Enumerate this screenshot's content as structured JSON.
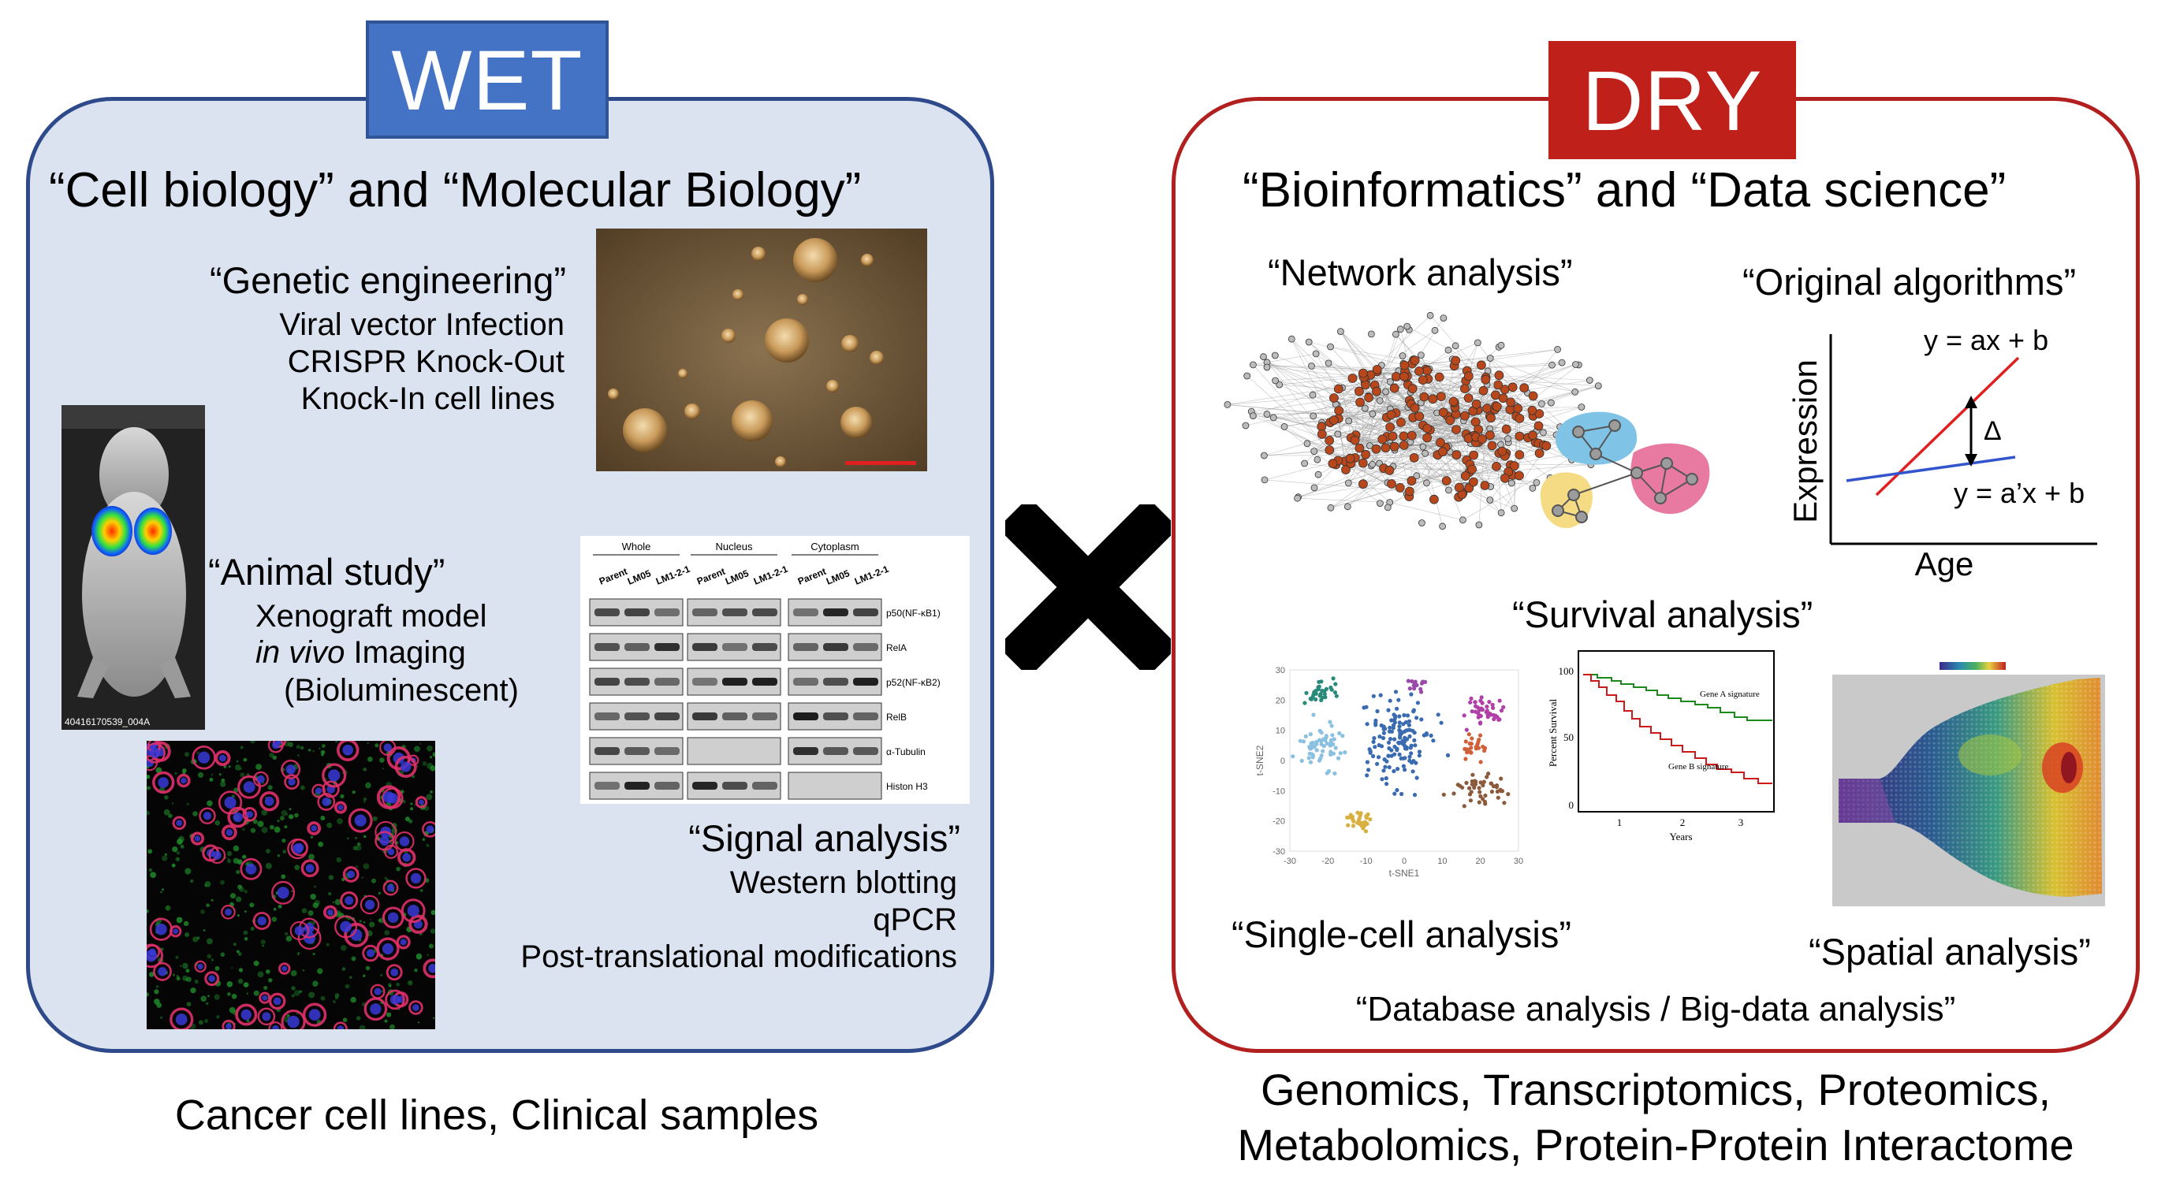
{
  "wet": {
    "badge": "WET",
    "title": "“Cell biology” and “Molecular Biology”",
    "genetic": {
      "heading": "“Genetic engineering”",
      "items": [
        "Viral vector Infection",
        "CRISPR Knock-Out",
        "Knock-In cell lines"
      ]
    },
    "animal": {
      "heading": "“Animal study”",
      "line1": "Xenograft model",
      "line2_italic": "in vivo",
      "line2_rest": " Imaging",
      "line3": "(Bioluminescent)",
      "image_caption": "40416170539_004A"
    },
    "western": {
      "groups": [
        "Whole",
        "Nucleus",
        "Cytoplasm"
      ],
      "lanes": [
        "Parent",
        "LM05",
        "LM1-2-1"
      ],
      "rows": [
        "p50(NF-κB1)",
        "RelA",
        "p52(NF-κB2)",
        "RelB",
        "α-Tubulin",
        "Histon H3"
      ]
    },
    "signal": {
      "heading": "“Signal analysis”",
      "items": [
        "Western blotting",
        "qPCR",
        "Post-translational modifications"
      ]
    },
    "footer": "Cancer cell lines, Clinical samples"
  },
  "dry": {
    "badge": "DRY",
    "title": "“Bioinformatics” and “Data science”",
    "network": "“Network analysis”",
    "algorithms": {
      "heading": "“Original algorithms”",
      "ylabel": "Expression",
      "xlabel": "Age",
      "eq1": "y = ax + b",
      "eq2": "y = a’x + b",
      "delta": "Δ"
    },
    "survival": {
      "heading": "“Survival analysis”",
      "ylabel": "Percent Survival",
      "xlabel": "Years",
      "ticks_y": [
        "100",
        "50",
        "0"
      ],
      "ticks_x": [
        "1",
        "2",
        "3"
      ],
      "label_a": "Gene A signature",
      "label_b": "Gene B signature"
    },
    "singlecell": {
      "heading": "“Single-cell analysis”",
      "xlabel": "t-SNE1",
      "ylabel": "t-SNE2",
      "ticks_x": [
        "-30",
        "-20",
        "-10",
        "0",
        "10",
        "20",
        "30"
      ],
      "ticks_y": [
        "30",
        "20",
        "10",
        "0",
        "-10",
        "-20",
        "-30"
      ]
    },
    "spatial": "“Spatial analysis”",
    "database": "“Database analysis / Big-data analysis”",
    "footer_line1": "Genomics, Transcriptomics, Proteomics,",
    "footer_line2": "Metabolomics, Protein-Protein Interactome"
  },
  "colors": {
    "wet_fill": "#dbe3f1",
    "wet_border": "#2e4a8a",
    "wet_badge": "#4472c4",
    "dry_border": "#b21f1f",
    "dry_badge": "#c0201a"
  },
  "icons": {
    "cross": "multiplication-x-icon"
  }
}
